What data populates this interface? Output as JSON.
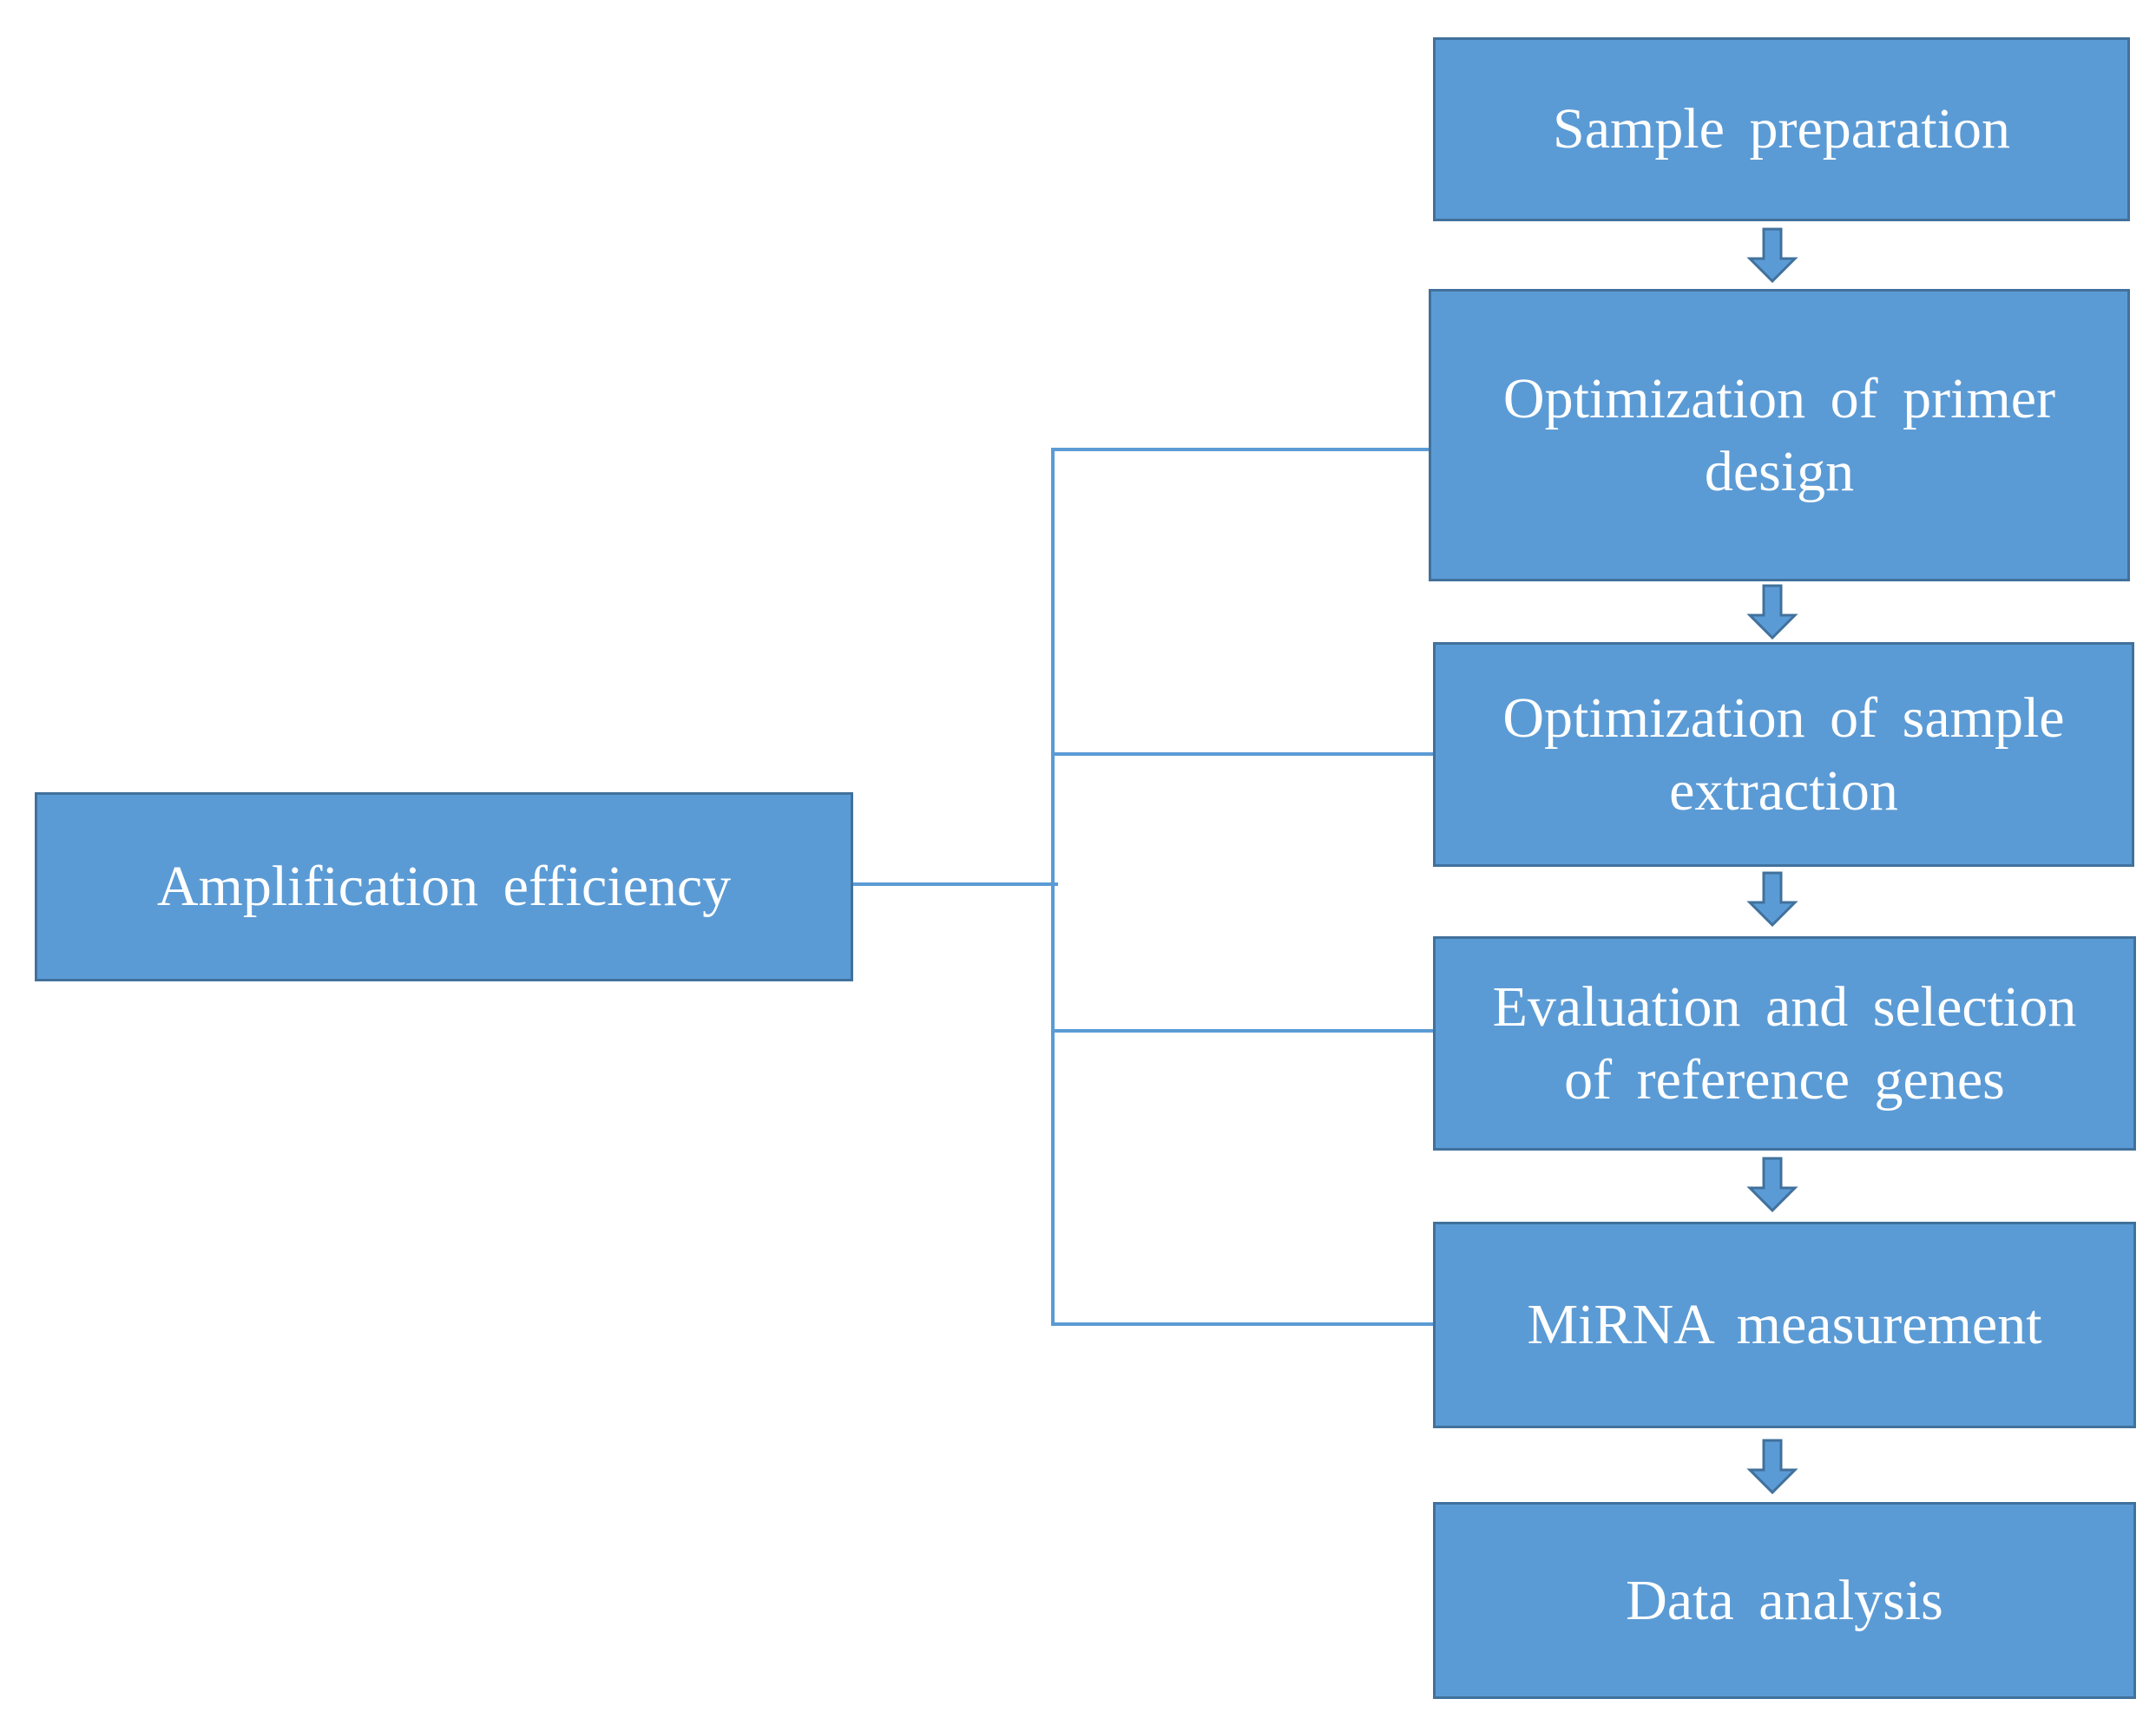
{
  "diagram": {
    "colors": {
      "box_fill": "#5b9bd5",
      "box_border": "#41719c",
      "connector": "#5b9bd5",
      "text": "#ffffff"
    },
    "source": {
      "label": "Amplification efficiency"
    },
    "steps": [
      {
        "label": "Sample preparation"
      },
      {
        "label": "Optimization of primer design"
      },
      {
        "label": "Optimization of sample extraction"
      },
      {
        "label": "Evaluation and selection of reference genes"
      },
      {
        "label": "MiRNA measurement"
      },
      {
        "label": "Data analysis"
      }
    ]
  }
}
